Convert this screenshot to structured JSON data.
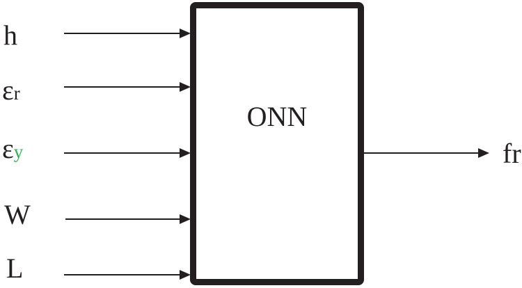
{
  "diagram": {
    "box_label": "ONN",
    "inputs": [
      {
        "base": "h",
        "sub": ""
      },
      {
        "base": "ε",
        "sub": "r"
      },
      {
        "base": "ε",
        "sub": "y"
      },
      {
        "base": "W",
        "sub": ""
      },
      {
        "base": "L",
        "sub": ""
      }
    ],
    "output": {
      "label": "fr"
    },
    "colors": {
      "ink": "#231f20",
      "highlight_green": "#2eb34f"
    }
  }
}
